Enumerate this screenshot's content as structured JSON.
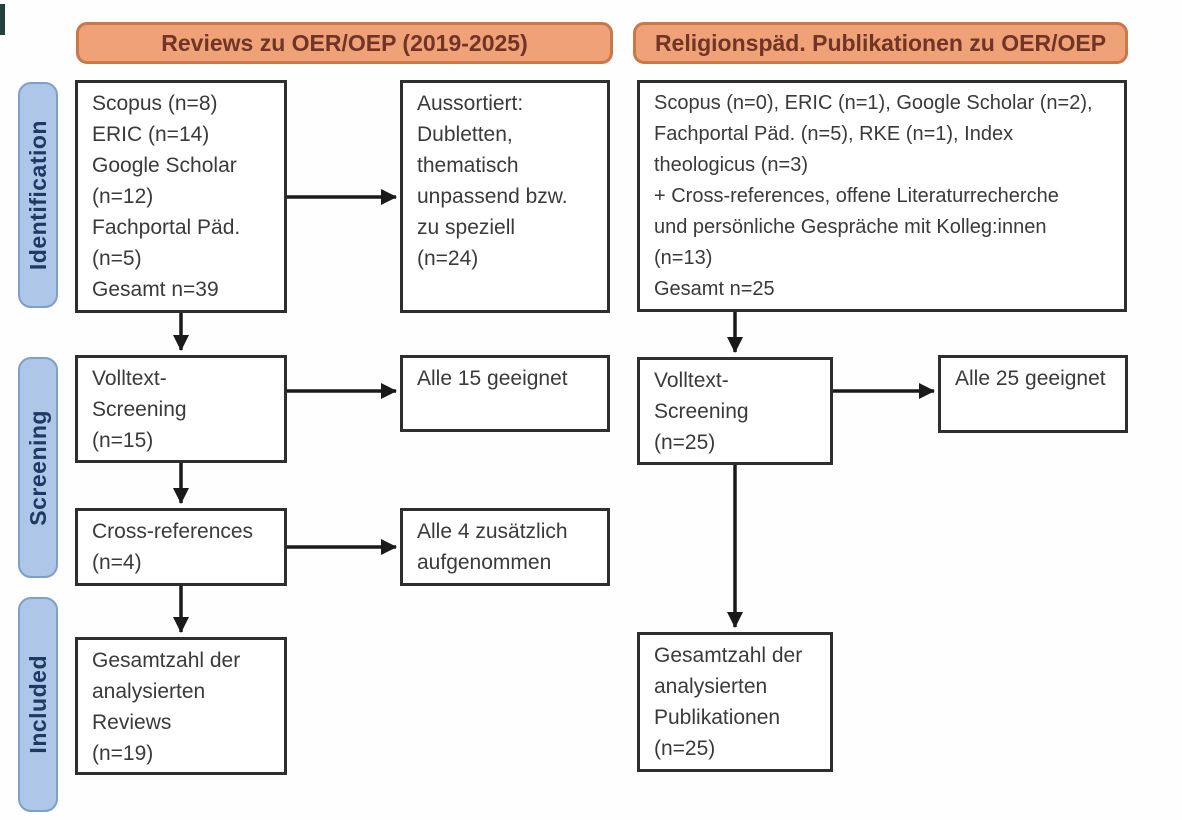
{
  "diagram_title": "PRISMA-style literature flow diagram",
  "colors": {
    "header_fill": "#EFA277",
    "header_border": "#C9784A",
    "header_text": "#713426",
    "stage_fill": "#AEC7E8",
    "stage_border": "#7FA0C6",
    "stage_text": "#1F3864",
    "box_border": "#2E2E2E",
    "box_text": "#3A3A3A",
    "arrow": "#1A1A1A"
  },
  "headers": {
    "left": "Reviews zu OER/OEP (2019-2025)",
    "right": "Religionspäd. Publikationen zu OER/OEP"
  },
  "stages": {
    "identification": "Identification",
    "screening": "Screening",
    "included": "Included"
  },
  "left_flow": {
    "sources": "Scopus (n=8)\nERIC (n=14)\nGoogle Scholar\n(n=12)\nFachportal Päd.\n(n=5)\nGesamt n=39",
    "excluded": "Aussortiert:\nDubletten,\nthematisch\nunpassend bzw.\nzu speziell\n(n=24)",
    "fulltext": "Volltext-\nScreening\n(n=15)",
    "fulltext_result": "Alle 15 geeignet",
    "crossref": "Cross-references\n(n=4)",
    "crossref_result": "Alle 4 zusätzlich\naufgenommen",
    "included_total": "Gesamtzahl der\nanalysierten\nReviews\n(n=19)"
  },
  "right_flow": {
    "sources": "Scopus (n=0), ERIC (n=1), Google Scholar (n=2),\nFachportal Päd. (n=5), RKE (n=1), Index\ntheologicus (n=3)\n+ Cross-references, offene Literaturrecherche\nund persönliche Gespräche mit Kolleg:innen\n(n=13)\nGesamt n=25",
    "fulltext": "Volltext-\nScreening\n(n=25)",
    "fulltext_result": "Alle 25 geeignet",
    "included_total": "Gesamtzahl der\nanalysierten\nPublikationen\n(n=25)"
  }
}
